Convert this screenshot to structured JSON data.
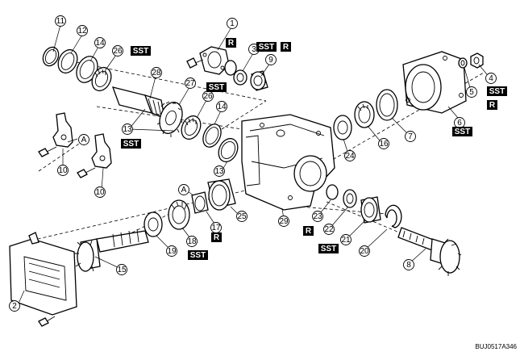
{
  "diagram": {
    "image_code": "BUJ0517A346",
    "callouts": {
      "p1": "1",
      "p2": "2",
      "p3": "3",
      "p4": "4",
      "p5": "5",
      "p6": "6",
      "p7": "7",
      "p8": "8",
      "p9": "9",
      "p10a": "10",
      "p10b": "10",
      "p11": "11",
      "p12": "12",
      "p13a": "13",
      "p13b": "13",
      "p14a": "14",
      "p14b": "14",
      "p15": "15",
      "p16": "16",
      "p17": "17",
      "p18": "18",
      "p19": "19",
      "p20": "20",
      "p21": "21",
      "p22": "22",
      "p23": "23",
      "p24": "24",
      "p25": "25",
      "p26a": "26",
      "p26b": "26",
      "p27": "27",
      "p28": "28",
      "p29": "29"
    },
    "ref_marks": {
      "a1": "A",
      "a2": "A"
    },
    "tags": {
      "sst_26": "SST",
      "r_1": "R",
      "sst_3": "SST",
      "r_3": "R",
      "sst_1": "SST",
      "sst_4": "SST",
      "r_4": "R",
      "sst_6": "SST",
      "sst_13": "SST",
      "r_17": "R",
      "sst_18": "SST",
      "r_22": "R",
      "sst_21": "SST"
    }
  }
}
